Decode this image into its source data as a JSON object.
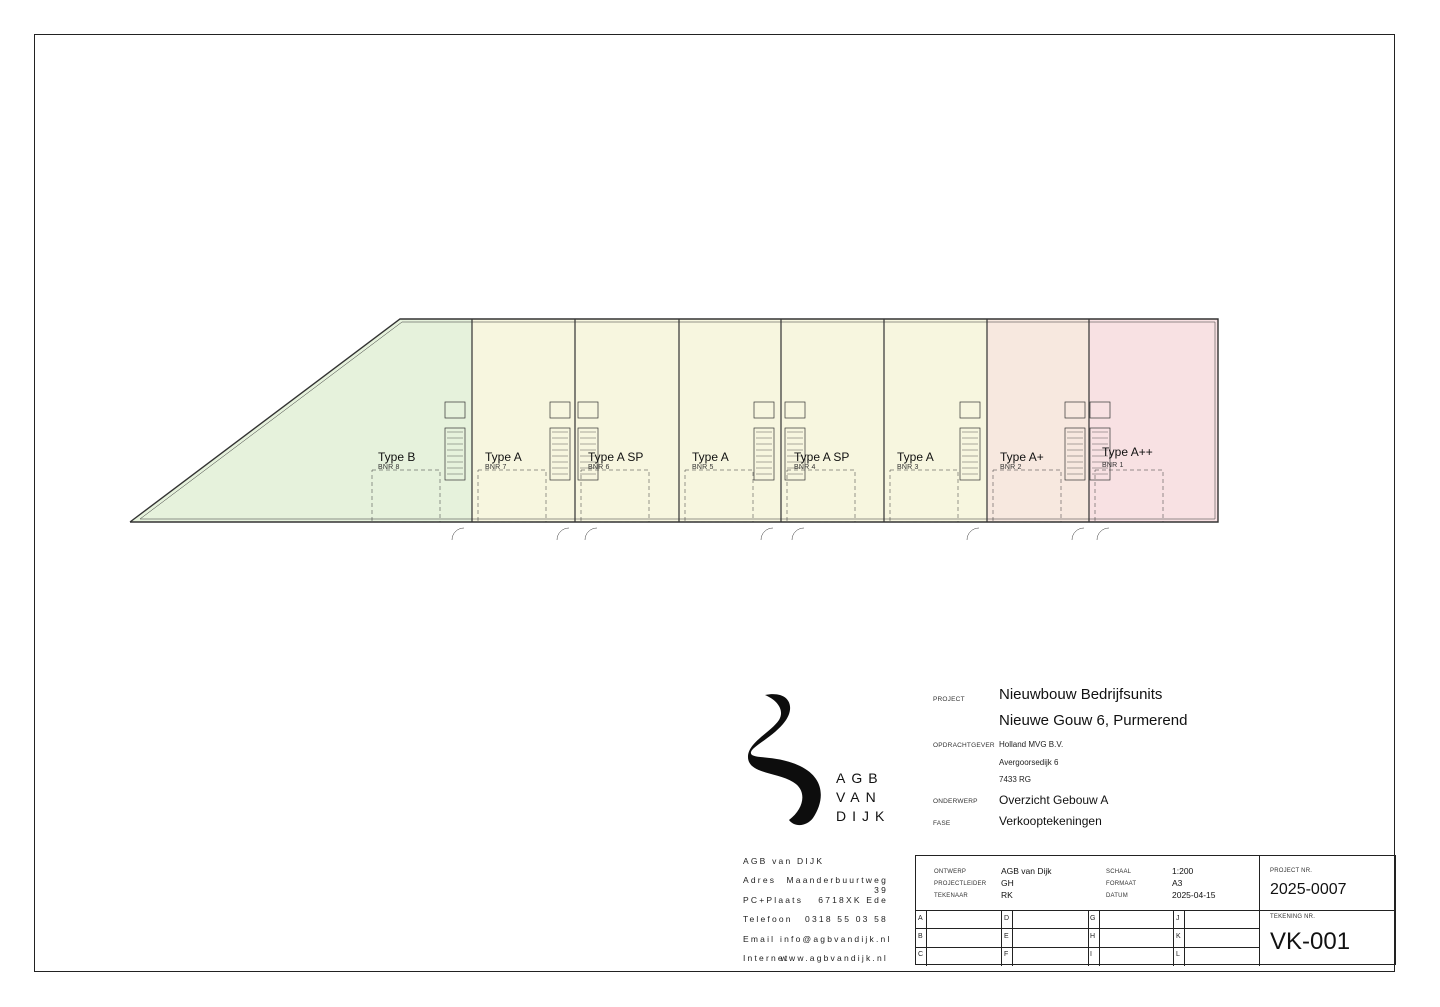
{
  "plan": {
    "units": [
      {
        "type": "Type B",
        "bnr": "BNR 8",
        "fill": "#e6f2dc"
      },
      {
        "type": "Type A",
        "bnr": "BNR 7",
        "fill": "#f7f6df"
      },
      {
        "type": "Type A SP",
        "bnr": "BNR 6",
        "fill": "#f7f6df"
      },
      {
        "type": "Type A",
        "bnr": "BNR 5",
        "fill": "#f7f6df"
      },
      {
        "type": "Type A SP",
        "bnr": "BNR 4",
        "fill": "#f7f6df"
      },
      {
        "type": "Type A",
        "bnr": "BNR 3",
        "fill": "#f7f6df"
      },
      {
        "type": "Type A+",
        "bnr": "BNR 2",
        "fill": "#f7e8df"
      },
      {
        "type": "Type A++",
        "bnr": "BNR 1",
        "fill": "#f8e1e3"
      }
    ]
  },
  "logo": {
    "line1": "AGB",
    "line2": "VAN",
    "line3": "DIJK"
  },
  "company": {
    "name": "AGB van DIJK",
    "address_label": "Adres",
    "address_value": "Maanderbuurtweg 39",
    "postal_label": "PC+Plaats",
    "postal_value": "6718XK Ede",
    "phone_label": "Telefoon",
    "phone_value": "0318 55 03 58",
    "email_label": "Email",
    "email_value": "info@agbvandijk.nl",
    "web_label": "Internet",
    "web_value": "www.agbvandijk.nl"
  },
  "project": {
    "project_label": "PROJECT",
    "project_line1": "Nieuwbouw Bedrijfsunits",
    "project_line2": "Nieuwe Gouw 6, Purmerend",
    "client_label": "OPDRACHTGEVER",
    "client_name": "Holland MVG B.V.",
    "client_street": "Avergoorsedijk 6",
    "client_postal": "7433 RG",
    "subject_label": "ONDERWERP",
    "subject_value": "Overzicht Gebouw A",
    "phase_label": "FASE",
    "phase_value": "Verkooptekeningen"
  },
  "titleblock": {
    "design_label": "ONTWERP",
    "design_value": "AGB van Dijk",
    "pl_label": "PROJECTLEIDER",
    "pl_value": "GH",
    "drawer_label": "TEKENAAR",
    "drawer_value": "RK",
    "scale_label": "SCHAAL",
    "scale_value": "1:200",
    "format_label": "FORMAAT",
    "format_value": "A3",
    "date_label": "DATUM",
    "date_value": "2025-04-15",
    "projectnr_label": "PROJECT NR.",
    "projectnr_value": "2025-0007",
    "drawingnr_label": "TEKENING NR.",
    "drawingnr_value": "VK-001",
    "revisions": [
      "A",
      "B",
      "C",
      "D",
      "E",
      "F",
      "G",
      "H",
      "I",
      "J",
      "K",
      "L"
    ]
  }
}
